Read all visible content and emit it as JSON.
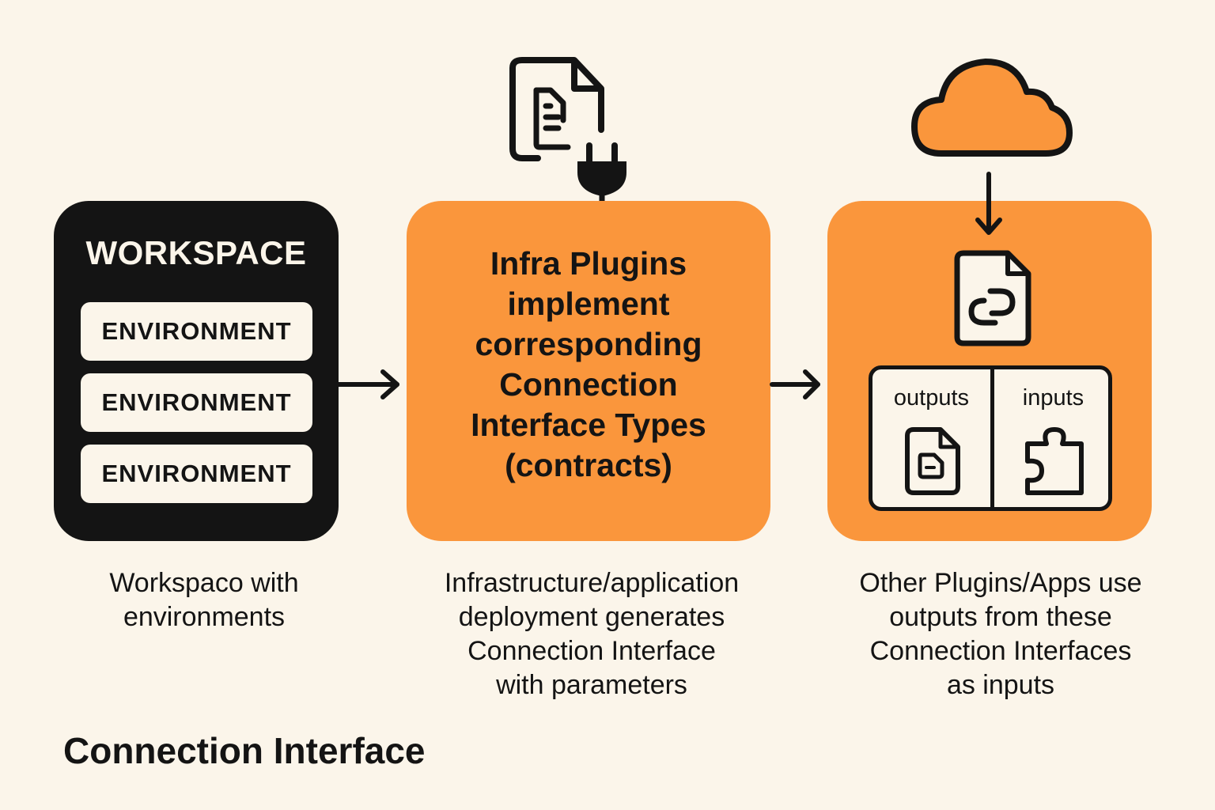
{
  "colors": {
    "background": "#FBF5EA",
    "dark": "#141414",
    "accent_orange": "#FA963C",
    "light_panel": "#FBF5EA"
  },
  "workspace": {
    "title": "WORKSPACE",
    "environments": [
      "ENVIRONMENT",
      "ENVIRONMENT",
      "ENVIRONMENT"
    ],
    "caption_lines": [
      "Workspaco with",
      "environments"
    ]
  },
  "plugins": {
    "icon": "document-plug-icon",
    "title_lines": [
      "Infra Plugins",
      "implement",
      "corresponding",
      "Connection",
      "Interface Types",
      "(contracts)"
    ],
    "caption_lines": [
      "Infrastructure/application",
      "deployment generates",
      "Connection Interface",
      "with parameters"
    ]
  },
  "apps": {
    "top_icon": "cloud-icon",
    "arrow_icon": "arrow-down-icon",
    "link_doc_icon": "link-document-icon",
    "outputs_label": "outputs",
    "outputs_icon": "document-icon",
    "inputs_label": "inputs",
    "inputs_icon": "puzzle-piece-icon",
    "caption_lines": [
      "Other Plugins/Apps use",
      "outputs from these",
      "Connection Interfaces",
      "as inputs"
    ]
  },
  "connectors": [
    "arrow-right-icon",
    "arrow-right-icon"
  ],
  "footer": {
    "title": "Connection Interface"
  }
}
